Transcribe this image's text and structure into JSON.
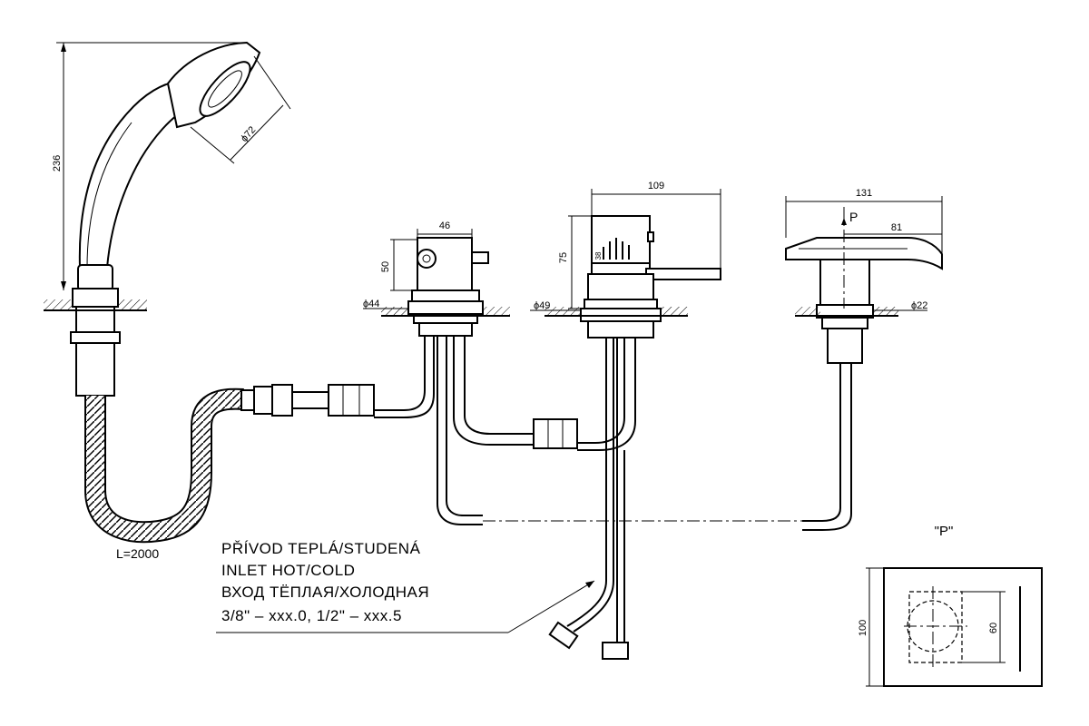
{
  "dimensions": {
    "shower_height": "236",
    "shower_head_diameter": "ϕ72",
    "hose_length": "L=2000",
    "valve_width": "46",
    "valve_height": "50",
    "valve_base_diameter": "ϕ44",
    "mixer_width": "109",
    "mixer_height": "75",
    "mixer_base_diameter": "ϕ49",
    "mixer_inner_label": "38",
    "spout_width": "131",
    "spout_reach": "81",
    "spout_base_diameter": "ϕ22",
    "spout_view_marker": "P",
    "detail_height": "100",
    "detail_inner": "60"
  },
  "detail_label": "\"P\"",
  "inlet_note": {
    "line1": "PŘÍVOD TEPLÁ/STUDENÁ",
    "line2": "INLET HOT/COLD",
    "line3": "ВХОД ТЁПЛАЯ/ХОЛОДНАЯ",
    "line4": "3/8\" – xxx.0, 1/2\" – xxx.5"
  }
}
